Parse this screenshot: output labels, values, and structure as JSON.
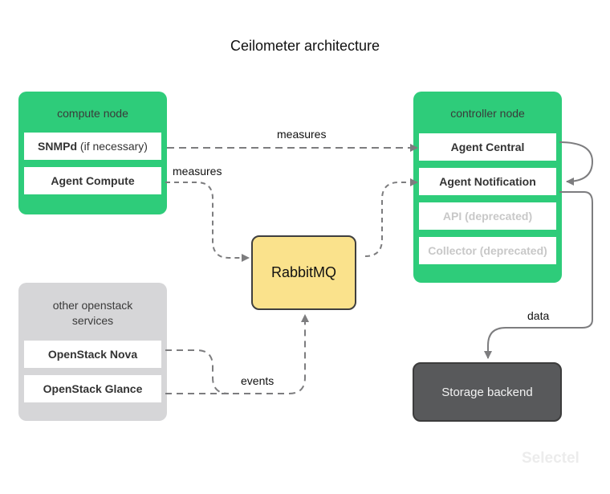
{
  "title": "Ceilometer architecture",
  "compute_node": {
    "label": "compute node",
    "items": [
      {
        "bold": "SNMPd",
        "light": " (if necessary)"
      },
      {
        "bold": "Agent Compute"
      }
    ]
  },
  "controller_node": {
    "label": "controller node",
    "items": [
      {
        "label": "Agent Central",
        "state": "active"
      },
      {
        "label": "Agent Notification",
        "state": "active"
      },
      {
        "label": "API (deprecated)",
        "state": "deprecated"
      },
      {
        "label": "Collector (deprecated)",
        "state": "deprecated"
      }
    ]
  },
  "other_services": {
    "label_line1": "other openstack",
    "label_line2": "services",
    "items": [
      {
        "label": "OpenStack Nova"
      },
      {
        "label": "OpenStack Glance"
      }
    ]
  },
  "rabbitmq": {
    "label": "RabbitMQ"
  },
  "storage": {
    "label": "Storage backend"
  },
  "edges": {
    "snmpd_to_central": "measures",
    "compute_to_rabbit": "measures",
    "services_to_rabbit": "events",
    "notification_to_storage": "data"
  },
  "watermark": "Selectel",
  "colors": {
    "node_green": "#2ecc7a",
    "services_grey": "#d6d6d8",
    "queue_yellow": "#fae28c",
    "storage_dark": "#58595b",
    "arrow_grey": "#7d7d7f"
  }
}
